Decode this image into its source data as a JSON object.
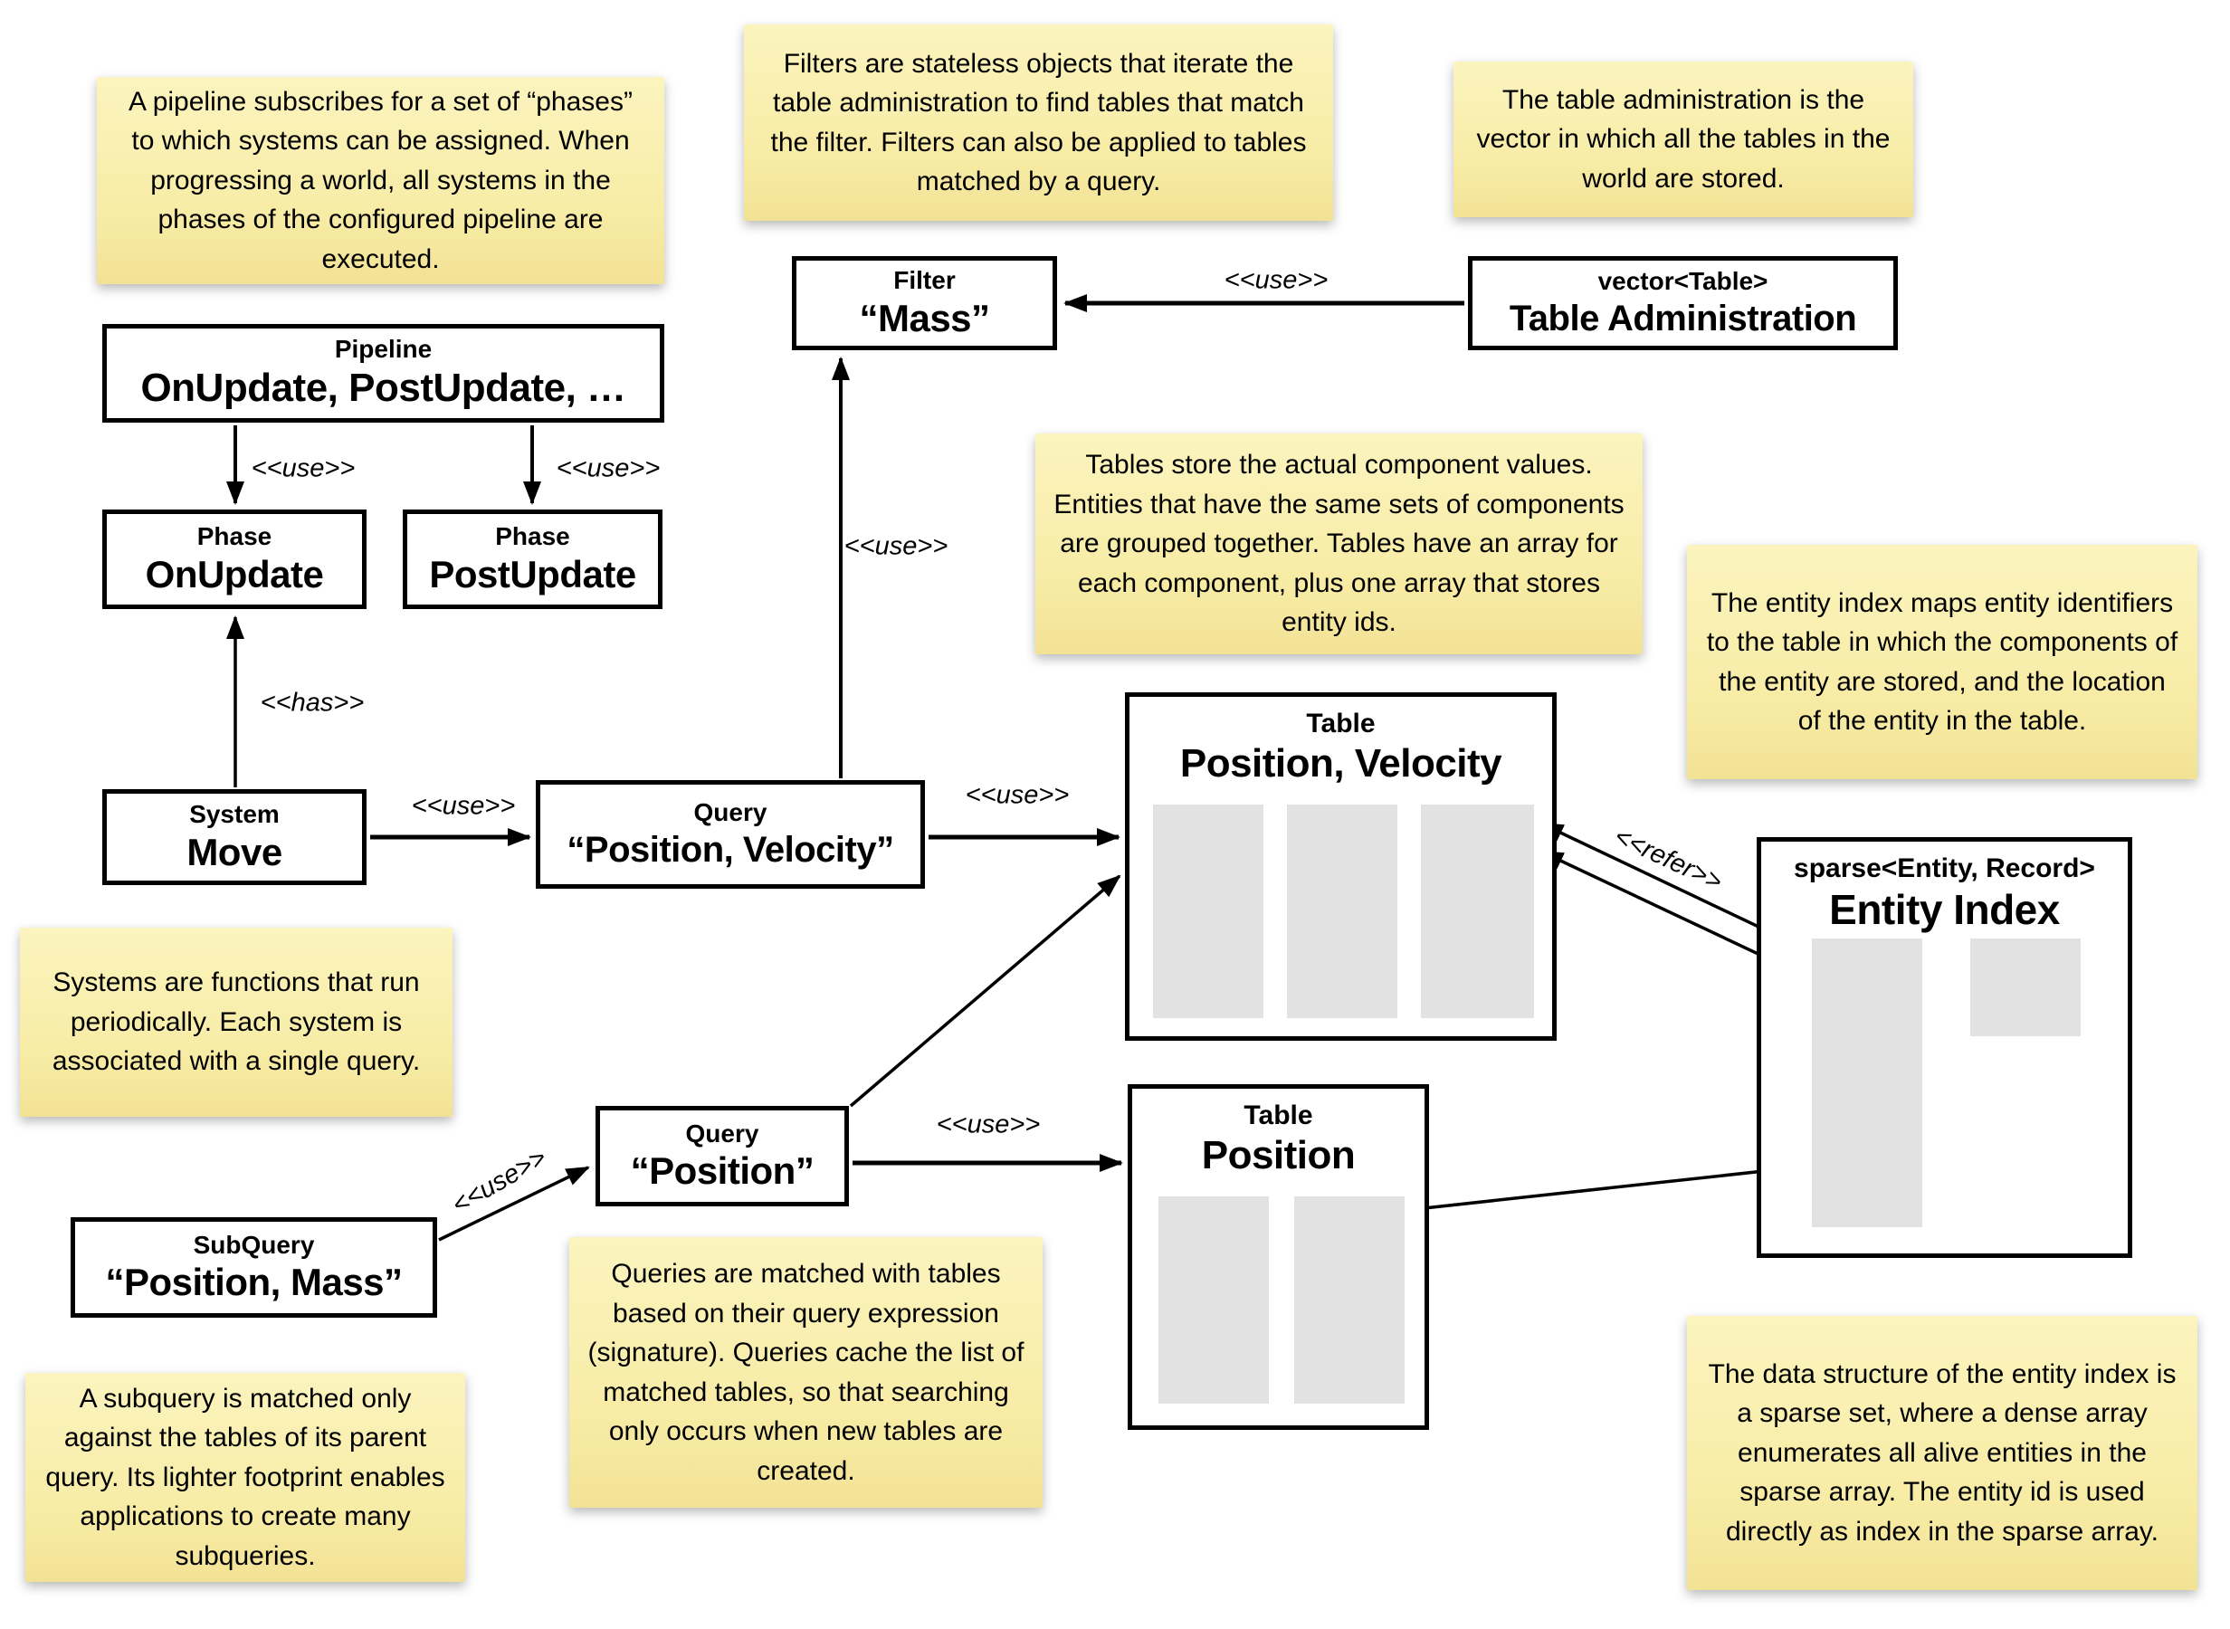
{
  "diagram": {
    "background": "#ffffff",
    "note_color": "#F8EFA9",
    "accent_gray": "#E2E2E2",
    "labels": {
      "use": "<<use>>",
      "has": "<<has>>",
      "refer": "<<refer>>"
    },
    "notes": {
      "pipeline": "A pipeline subscribes for a set of “phases” to which systems can be assigned. When progressing a world, all systems in the phases of the configured pipeline are executed.",
      "filters": "Filters are stateless objects that iterate the table administration to find tables that match the filter. Filters can also be applied to tables matched by a query.",
      "table_admin": "The table administration is the vector in which all the tables in the world are stored.",
      "tables": "Tables store the actual component values. Entities that have the same sets of components are grouped together. Tables have an array for each component, plus one array that stores entity ids.",
      "entity_index": "The entity index maps entity identifiers to the table in which the components of the entity are stored, and the location of the entity in the table.",
      "systems": "Systems are functions that run periodically. Each system is associated with a single query.",
      "queries": "Queries are matched with tables based on their query expression (signature). Queries cache the list of matched tables, so that searching only occurs when new tables are created.",
      "subquery": "A subquery is matched only against the tables of its parent query. Its lighter footprint enables applications to create many subqueries.",
      "sparse_set": "The data structure of the entity index is a sparse set, where a dense array enumerates all alive entities in the sparse array. The entity id is used directly as index in the sparse array."
    },
    "nodes": {
      "pipeline": {
        "stereotype": "Pipeline",
        "name": "OnUpdate, PostUpdate, …"
      },
      "phase_onupdate": {
        "stereotype": "Phase",
        "name": "OnUpdate"
      },
      "phase_postupdate": {
        "stereotype": "Phase",
        "name": "PostUpdate"
      },
      "filter_mass": {
        "stereotype": "Filter",
        "name": "“Mass”"
      },
      "table_administration": {
        "stereotype": "vector<Table>",
        "name": "Table Administration"
      },
      "system_move": {
        "stereotype": "System",
        "name": "Move"
      },
      "query_position_velocity": {
        "stereotype": "Query",
        "name": "“Position, Velocity”"
      },
      "table_position_velocity": {
        "stereotype": "Table",
        "name": "Position, Velocity"
      },
      "entity_index": {
        "stereotype": "sparse<Entity, Record>",
        "name": "Entity Index"
      },
      "query_position": {
        "stereotype": "Query",
        "name": "“Position”"
      },
      "subquery_position_mass": {
        "stereotype": "SubQuery",
        "name": "“Position, Mass”"
      },
      "table_position": {
        "stereotype": "Table",
        "name": "Position"
      }
    }
  }
}
